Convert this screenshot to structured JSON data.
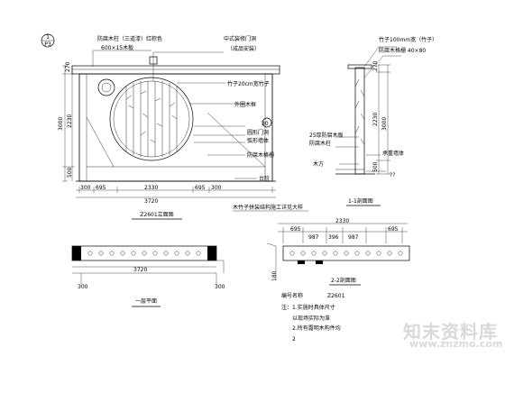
{
  "elevation": {
    "badge_top": "1",
    "badge_bottom": "P3",
    "notes": {
      "top_left": "防腐木柱（三道漆）红棕色",
      "top_left_2": "600×15木板",
      "top_right": "中式装修门洞",
      "top_right_2": "（成品安装）",
      "right_1": "竹子20cm宽竹子",
      "right_2": "外圈木框",
      "right_3": "30",
      "right_4": "圆形门洞",
      "right_5": "弧形墙体",
      "right_6": "防腐木格栅",
      "right_7": "台阶"
    },
    "dims_left": [
      "270",
      "3000",
      "2230",
      "500"
    ],
    "dims_bottom": [
      "300",
      "695",
      "2330",
      "695",
      "300"
    ],
    "dims_total": "3720",
    "title": "Z2601立面图"
  },
  "section": {
    "top_note_1": "竹子100mm宽（竹子）",
    "top_note_2": "防腐木格栅 40×80",
    "dims": [
      "270",
      "3000",
      "2230",
      "500"
    ],
    "notes": [
      "25厚防腐木板",
      "防腐木柱",
      "木方",
      "承重墙体",
      "??"
    ],
    "title": "1-1剖面图"
  },
  "plan": {
    "dims_bottom": [
      "300",
      "3720",
      "300"
    ],
    "title": "一层平面"
  },
  "section2": {
    "top_note": "木竹子拼装结构施工详见大样",
    "dims_top": "2330",
    "dims_row": [
      "695",
      "987",
      "396",
      "987",
      "695"
    ],
    "dims_side": "180",
    "title": "2-2剖面图",
    "legend_code_label": "编号名称",
    "legend_code": "Z2601",
    "legend_notes": [
      "注：1.实施时具体尺寸",
      "以现场实际为准",
      "2.所有露明木构件均",
      "2"
    ]
  },
  "watermark": {
    "brand": "知末资料库",
    "url": "www.znzmo.com"
  }
}
